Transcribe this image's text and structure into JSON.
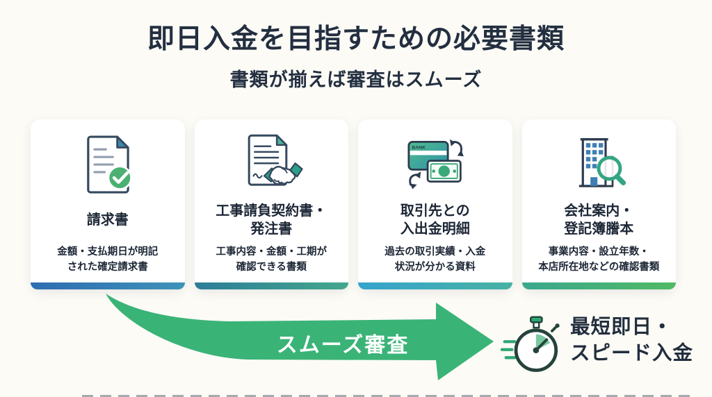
{
  "page": {
    "background_color": "#fcfbf6",
    "text_dark_color": "#232f40",
    "accent_green_color": "#3ab377"
  },
  "header": {
    "title": "即日入金を目指すための必要書類",
    "subtitle": "書類が揃えば審査はスムーズ"
  },
  "cards": [
    {
      "icon": "invoice-check-icon",
      "title_lines": [
        "請求書"
      ],
      "desc_lines": [
        "金額・支払期日が明記",
        "された確定請求書"
      ],
      "strip_from": "#2e6cb2",
      "strip_to": "#3e93b8"
    },
    {
      "icon": "contract-handshake-icon",
      "title_lines": [
        "工事請負契約書・",
        "発注書"
      ],
      "desc_lines": [
        "工事内容・金額・工期が",
        "確認できる書類"
      ],
      "strip_from": "#2c7d99",
      "strip_to": "#43a88b"
    },
    {
      "icon": "bank-card-money-icon",
      "title_lines": [
        "取引先との",
        "入出金明細"
      ],
      "desc_lines": [
        "過去の取引実績・入金",
        "状況が分かる資料"
      ],
      "strip_from": "#36a3cd",
      "strip_to": "#47b2a2"
    },
    {
      "icon": "building-magnifier-icon",
      "title_lines": [
        "会社案内・",
        "登記簿謄本"
      ],
      "desc_lines": [
        "事業内容・設立年数・",
        "本店所在地などの確認書類"
      ],
      "strip_from": "#3ba78d",
      "strip_to": "#4fba63"
    }
  ],
  "flow": {
    "arrow_label": "スムーズ審査",
    "arrow_color": "#3ab377",
    "result_line1": "最短即日・",
    "result_line2": "スピード入金",
    "result_icon": "stopwatch-icon"
  }
}
